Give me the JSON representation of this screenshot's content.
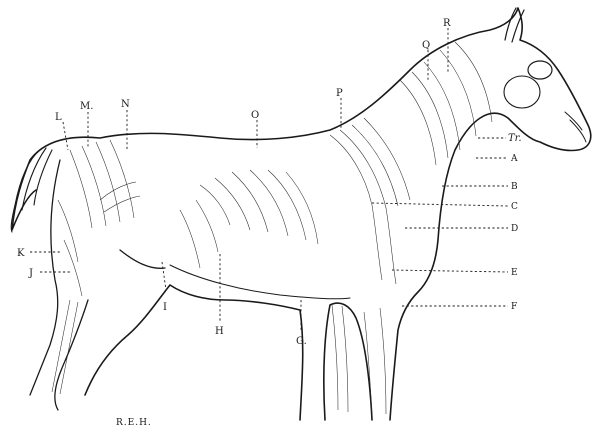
{
  "labels": {
    "A": "A",
    "B": "B",
    "C": "C",
    "D": "D",
    "E": "E",
    "F": "F",
    "G": "G.",
    "H": "H",
    "I": "I",
    "J": "J",
    "K": "K",
    "L": "L",
    "M": "M.",
    "N": "N",
    "O": "O",
    "P": "P",
    "Q": "Q",
    "R": "R",
    "Tr": "Tr."
  },
  "signature": "R.E.H."
}
